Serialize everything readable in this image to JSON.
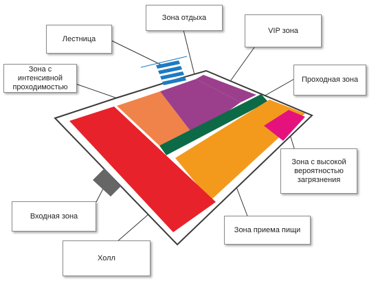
{
  "colors": {
    "floor_outline": "#3a3a3a",
    "floor_fill": "#ffffff",
    "hall": "#e8222a",
    "high_traffic": "#f0834a",
    "rest": "#9b3f8c",
    "vip": "#9b3f8c",
    "passage": "#0c6b46",
    "dining": "#f39a1d",
    "high_dirt": "#e5127d",
    "entrance": "#666666",
    "stairs": "#1d7bc2",
    "leader": "#333333"
  },
  "zones": {
    "stairs": "Лестница",
    "rest": "Зона отдыха",
    "vip": "VIP зона",
    "high_traffic": "Зона с интенсивной проходимостью",
    "passage": "Проходная зона",
    "high_dirt": "Зона с высокой вероятностью загрязнения",
    "entrance": "Входная зона",
    "dining": "Зона приема пищи",
    "hall": "Холл"
  }
}
